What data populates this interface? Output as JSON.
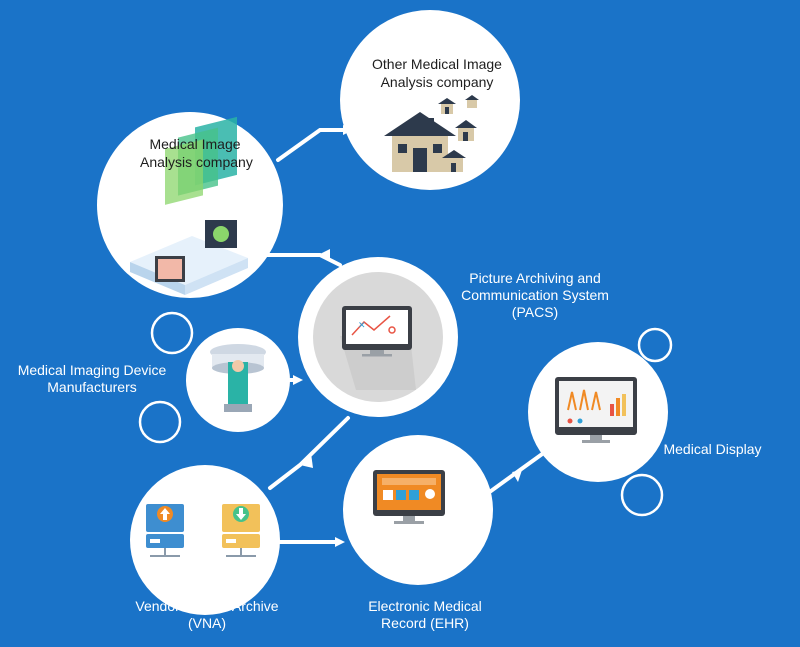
{
  "colors": {
    "background": "#1a73c8",
    "node_fill": "#ffffff",
    "pacs_inner": "#d9d9d9",
    "house_walls": "#d8c9a8",
    "house_roof": "#2d3a4c",
    "monitor": "#3b3f46",
    "accent_orange": "#f08a24",
    "accent_red": "#e85444"
  },
  "nodes": {
    "analysis_company": {
      "label_line1": "Medical Image",
      "label_line2": "Analysis company"
    },
    "other_company": {
      "label_line1": "Other Medical Image",
      "label_line2": "Analysis company"
    },
    "pacs": {
      "label_line1": "Picture Archiving and",
      "label_line2": "Communication System",
      "label_line3": "(PACS)"
    },
    "device_manufacturers": {
      "label_line1": "Medical Imaging Device",
      "label_line2": "Manufacturers"
    },
    "vna": {
      "label_line1": "Vendor Neutral Archive",
      "label_line2": "(VNA)"
    },
    "ehr": {
      "label_line1": "Electronic Medical",
      "label_line2": "Record (EHR)"
    },
    "display": {
      "label_line1": "Medical Display"
    }
  },
  "icons": {
    "analysis": "medical-image-stack-icon",
    "other": "houses-icon",
    "pacs": "monitor-chart-icon",
    "device": "mri-scanner-icon",
    "vna": "server-upload-download-icon",
    "ehr": "monitor-record-icon",
    "display": "monitor-anatomy-icon"
  }
}
